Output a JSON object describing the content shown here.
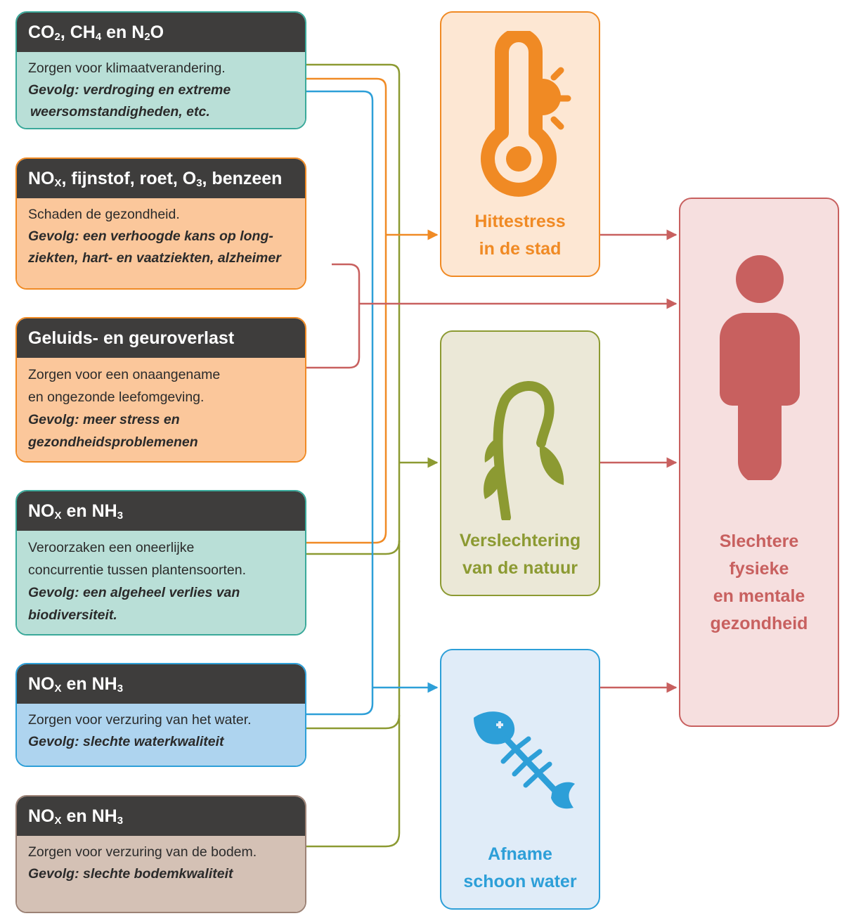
{
  "sources": [
    {
      "id": "ghg",
      "title_parts": [
        [
          "CO",
          "2"
        ],
        [
          ", CH",
          "4"
        ],
        [
          " en N",
          "2"
        ],
        [
          "O",
          ""
        ]
      ],
      "desc": "Zorgen voor klimaatverandering.",
      "cons1": "Gevolg: verdroging en extreme",
      "cons2": "weersomstandigheden, etc."
    },
    {
      "id": "air",
      "title_parts": [
        [
          "NO",
          "X"
        ],
        [
          ", fijnstof, roet, O",
          "3"
        ],
        [
          ", benzeen",
          ""
        ]
      ],
      "desc": "Schaden de gezondheid.",
      "cons1": "Gevolg: een verhoogde kans op long-",
      "cons2": "ziekten, hart- en vaatziekten, alzheimer"
    },
    {
      "id": "noise",
      "title": "Geluids- en geuroverlast",
      "desc1": "Zorgen voor een onaangename",
      "desc2": "en ongezonde leefomgeving.",
      "cons1": "Gevolg: meer stress en",
      "cons2": "gezondheidsproblemenen"
    },
    {
      "id": "nox_nh3_plants",
      "title_parts": [
        [
          "NO",
          "X"
        ],
        [
          " en NH",
          "3"
        ]
      ],
      "desc1": "Veroorzaken een oneerlijke",
      "desc2": "concurrentie tussen plantensoorten.",
      "cons1": "Gevolg: een algeheel verlies van",
      "cons2": "biodiversiteit."
    },
    {
      "id": "nox_nh3_water",
      "title_parts": [
        [
          "NO",
          "X"
        ],
        [
          " en NH",
          "3"
        ]
      ],
      "desc": "Zorgen voor verzuring van het water.",
      "cons": "Gevolg: slechte waterkwaliteit"
    },
    {
      "id": "nox_nh3_soil",
      "title_parts": [
        [
          "NO",
          "X"
        ],
        [
          " en NH",
          "3"
        ]
      ],
      "desc": "Zorgen voor verzuring van de bodem.",
      "cons": "Gevolg: slechte bodemkwaliteit"
    }
  ],
  "effects": {
    "heat": {
      "line1": "Hittestress",
      "line2": "in de stad",
      "color": "#f08a24"
    },
    "nature": {
      "line1": "Verslechtering",
      "line2": "van de natuur",
      "color": "#8c9a32"
    },
    "water": {
      "line1": "Afname",
      "line2": "schoon water",
      "color": "#2d9fd8"
    }
  },
  "outcome": {
    "line1": "Slechtere",
    "line2": "fysieke",
    "line3": "en mentale",
    "line4": "gezondheid",
    "color": "#c8605f"
  }
}
